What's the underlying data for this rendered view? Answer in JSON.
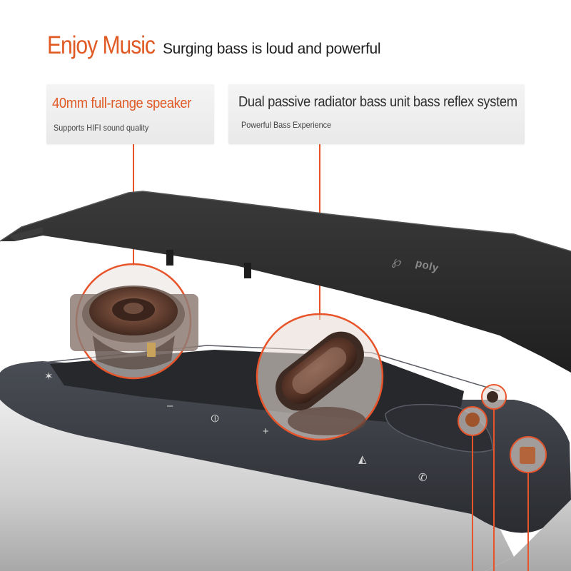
{
  "header": {
    "title": "Enjoy Music",
    "subtitle": "Surging bass is loud and powerful"
  },
  "features": [
    {
      "title": "40mm full-range speaker",
      "subtitle": "Supports HIFI sound quality"
    },
    {
      "title": "Dual passive radiator bass unit bass reflex system",
      "subtitle": "Powerful Bass Experience"
    }
  ],
  "product": {
    "brand": "poly"
  },
  "controls": [
    {
      "icon": "mic-mute-icon",
      "glyph": "✶"
    },
    {
      "icon": "volume-down-icon",
      "glyph": "–"
    },
    {
      "icon": "speaker-icon",
      "glyph": "⦶"
    },
    {
      "icon": "volume-up-icon",
      "glyph": "+"
    },
    {
      "icon": "assistant-icon",
      "glyph": "◭"
    },
    {
      "icon": "call-icon",
      "glyph": "✆"
    }
  ],
  "colors": {
    "accent": "#e05a25",
    "highlight-ring": "#e8542a",
    "cover": "#2b2b2b",
    "base": "#3a3c42"
  }
}
